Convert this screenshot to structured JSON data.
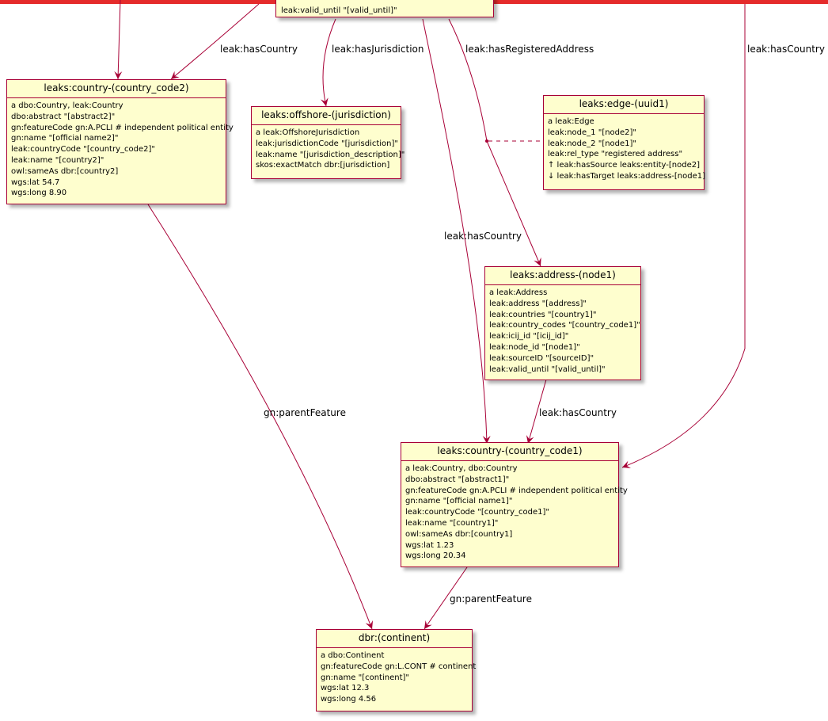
{
  "colors": {
    "node_fill": "#fefece",
    "border": "#a80036",
    "top_bar": "#e52b2b"
  },
  "top_node": {
    "props": [
      "leak:valid_until \"[valid_until]\""
    ]
  },
  "nodes": {
    "country2": {
      "title": "leaks:country-(country_code2)",
      "props": [
        "a dbo:Country, leak:Country",
        "dbo:abstract \"[abstract2]\"",
        "gn:featureCode gn:A.PCLI # independent political entity",
        "gn:name \"[official name2]\"",
        "leak:countryCode \"[country_code2]\"",
        "leak:name \"[country2]\"",
        "owl:sameAs dbr:[country2]",
        "wgs:lat 54.7",
        "wgs:long 8.90"
      ]
    },
    "offshore": {
      "title": "leaks:offshore-(jurisdiction)",
      "props": [
        "a leak:OffshoreJurisdiction",
        "leak:jurisdictionCode \"[jurisdiction]\"",
        "leak:name \"[jurisdiction_description]\"",
        "skos:exactMatch dbr:[jurisdiction]"
      ]
    },
    "edge": {
      "title": "leaks:edge-(uuid1)",
      "props": [
        "a leak:Edge",
        "leak:node_1 \"[node2]\"",
        "leak:node_2 \"[node1]\"",
        "leak:rel_type \"registered address\"",
        "↑ leak:hasSource leaks:entity-[node2]",
        "↓ leak:hasTarget leaks:address-[node1]"
      ]
    },
    "address": {
      "title": "leaks:address-(node1)",
      "props": [
        "a leak:Address",
        "leak:address \"[address]\"",
        "leak:countries \"[country1]\"",
        "leak:country_codes \"[country_code1]\"",
        "leak:icij_id \"[icij_id]\"",
        "leak:node_id \"[node1]\"",
        "leak:sourceID \"[sourceID]\"",
        "leak:valid_until \"[valid_until]\""
      ]
    },
    "country1": {
      "title": "leaks:country-(country_code1)",
      "props": [
        "a leak:Country, dbo:Country",
        "dbo:abstract \"[abstract1]\"",
        "gn:featureCode gn:A.PCLI # independent political entity",
        "gn:name \"[official name1]\"",
        "leak:countryCode \"[country_code1]\"",
        "leak:name \"[country1]\"",
        "owl:sameAs dbr:[country1]",
        "wgs:lat 1.23",
        "wgs:long 20.34"
      ]
    },
    "continent": {
      "title": "dbr:(continent)",
      "props": [
        "a dbo:Continent",
        "gn:featureCode gn:L.CONT # continent",
        "gn:name \"[continent]\"",
        "wgs:lat 12.3",
        "wgs:long 4.56"
      ]
    }
  },
  "edge_labels": {
    "has_country_1": "leak:hasCountry",
    "has_jurisdiction": "leak:hasJurisdiction",
    "has_registered_address": "leak:hasRegisteredAddress",
    "has_country_right": "leak:hasCountry",
    "has_country_mid": "leak:hasCountry",
    "parent_feature_1": "gn:parentFeature",
    "address_has_country": "leak:hasCountry",
    "parent_feature_2": "gn:parentFeature"
  }
}
